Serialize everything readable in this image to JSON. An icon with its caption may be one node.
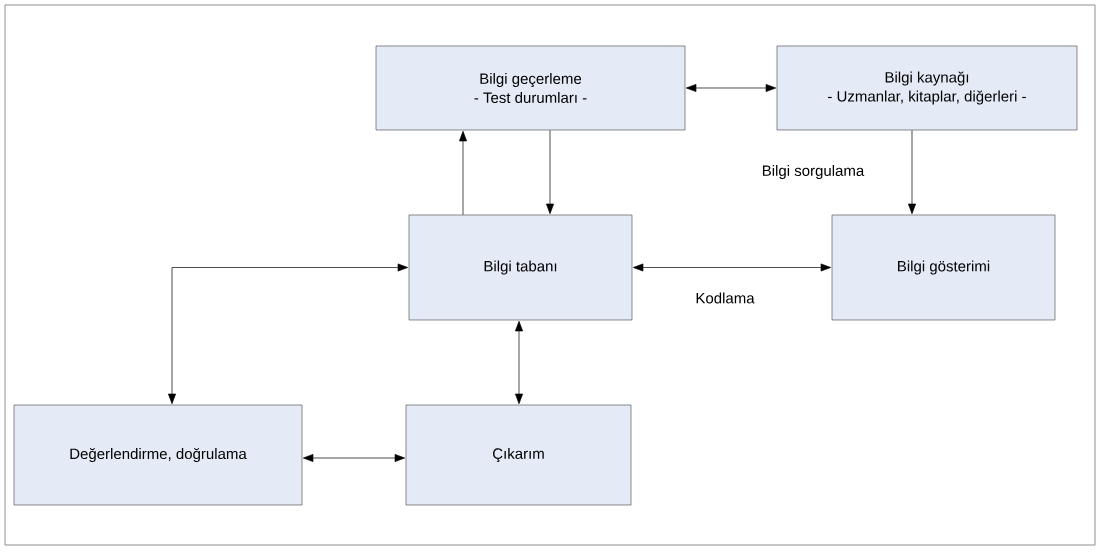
{
  "diagram": {
    "nodes": [
      {
        "text": [
          "Bilgi geçerleme",
          "- Test durumları -"
        ]
      },
      {
        "text": [
          "Bilgi kaynağı",
          "- Uzmanlar, kitaplar, diğerleri -"
        ]
      },
      {
        "text": [
          "Bilgi tabanı"
        ]
      },
      {
        "text": [
          "Bilgi gösterimi"
        ]
      },
      {
        "text": [
          "Değerlendirme, doğrulama"
        ]
      },
      {
        "text": [
          "Çıkarım"
        ]
      }
    ],
    "edges": [
      {
        "from": 0,
        "to": 1,
        "arrow": "both"
      },
      {
        "from": 2,
        "to": 0,
        "arrow": "to"
      },
      {
        "from": 0,
        "to": 2,
        "arrow": "to"
      },
      {
        "from": 1,
        "to": 3,
        "arrow": "to",
        "label": "Bilgi sorgulama"
      },
      {
        "from": 2,
        "to": 3,
        "arrow": "both",
        "label": "Kodlama"
      },
      {
        "from": 2,
        "to": 4,
        "arrow": "both"
      },
      {
        "from": 2,
        "to": 5,
        "arrow": "both"
      },
      {
        "from": 4,
        "to": 5,
        "arrow": "both"
      }
    ]
  }
}
